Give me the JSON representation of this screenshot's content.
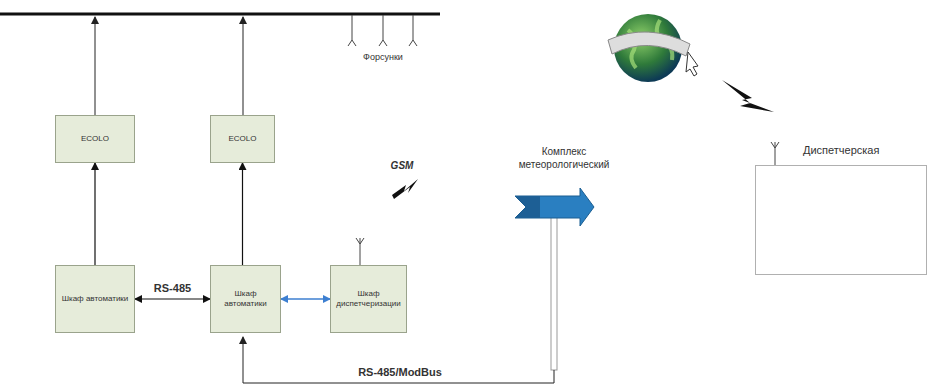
{
  "diagram": {
    "nodes": [
      {
        "text": [
          "ECOLO"
        ]
      },
      {
        "text": [
          "ECOLO"
        ]
      },
      {
        "text": [
          "Шкаф автоматики"
        ]
      },
      {
        "text": [
          "Шкаф автоматики"
        ]
      },
      {
        "text": [
          "Шкаф диспетчеризации"
        ]
      },
      {
        "text": [
          "Диспетчерская"
        ]
      }
    ],
    "edges": [
      {
        "from": 2,
        "to": 0,
        "arrow": "to"
      },
      {
        "from": 3,
        "to": 1,
        "arrow": "to"
      },
      {
        "from": 2,
        "to": 3,
        "label": "RS-485",
        "arrow": "both"
      },
      {
        "from": 3,
        "to": 4,
        "arrow": "both"
      }
    ],
    "labels": [
      "Форсунки",
      "GSM",
      "Комплекс метеорологический",
      "RS-485/ModBus"
    ]
  }
}
